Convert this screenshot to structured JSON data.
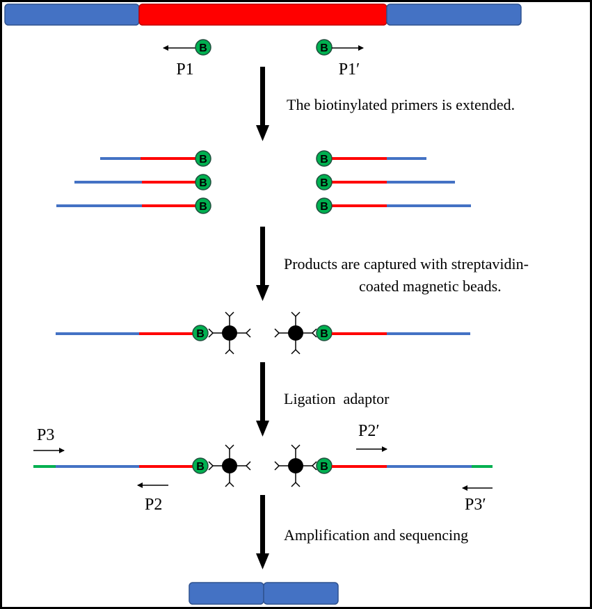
{
  "primers": {
    "p1": "P1",
    "p1_prime": "P1′",
    "p2": "P2",
    "p2_prime": "P2′",
    "p3": "P3",
    "p3_prime": "P3′"
  },
  "steps": {
    "extension": "The biotinylated primers is extended.",
    "capture_line1": "Products are captured with streptavidin-",
    "capture_line2": "coated magnetic beads.",
    "ligation": "Ligation  adaptor",
    "amplification": "Amplification and sequencing"
  },
  "biotin_label": "B",
  "colors": {
    "target_region": "#ff0000",
    "flanking_region": "#4472c4",
    "adaptor": "#00b050",
    "biotin_fill": "#00b050",
    "bead": "#000000",
    "frame": "#000000"
  }
}
